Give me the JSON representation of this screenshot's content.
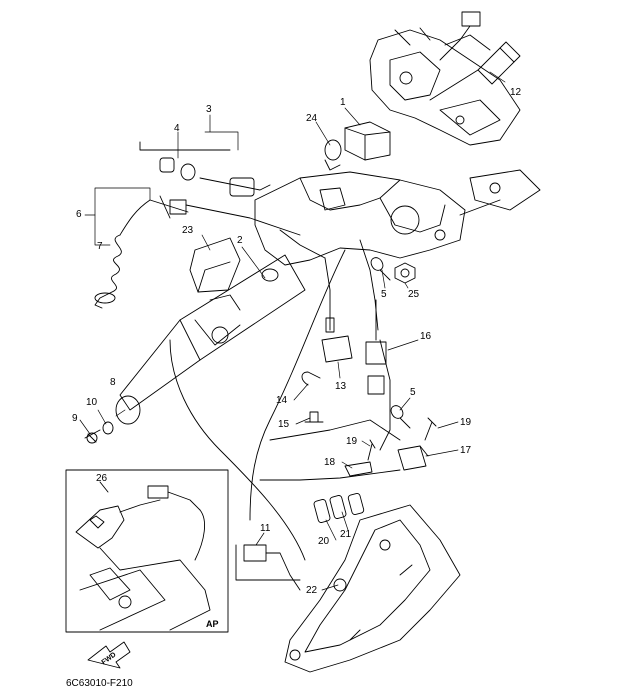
{
  "diagram": {
    "callouts": [
      "1",
      "2",
      "3",
      "4",
      "5",
      "5",
      "6",
      "7",
      "8",
      "9",
      "10",
      "11",
      "12",
      "13",
      "14",
      "15",
      "16",
      "17",
      "18",
      "19",
      "19",
      "20",
      "21",
      "22",
      "23",
      "24",
      "25",
      "26"
    ],
    "inset_label": "AP",
    "direction_label": "FWD",
    "drawing_code": "6C63010-F210",
    "colors": {
      "line": "#000000",
      "background": "#ffffff"
    }
  }
}
